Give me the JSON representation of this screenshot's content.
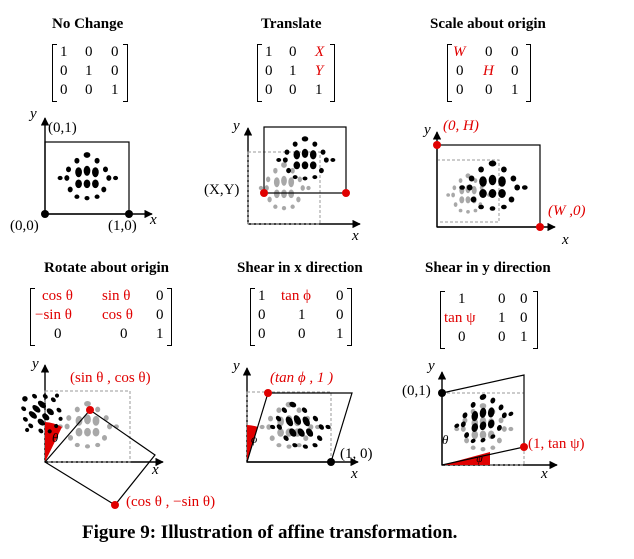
{
  "panels": [
    {
      "title": "No Change",
      "matrix": [
        [
          "1",
          "0",
          "0"
        ],
        [
          "0",
          "1",
          "0"
        ],
        [
          "0",
          "0",
          "1"
        ]
      ],
      "labels": {
        "tl": "(0,1)",
        "origin": "(0,0)",
        "br": "(1,0)"
      }
    },
    {
      "title": "Translate",
      "matrix": [
        [
          "1",
          "0",
          "X"
        ],
        [
          "0",
          "1",
          "Y"
        ],
        [
          "0",
          "0",
          "1"
        ]
      ],
      "labels": {
        "pt": "(X,Y)"
      }
    },
    {
      "title": "Scale about origin",
      "matrix": [
        [
          "W",
          "0",
          "0"
        ],
        [
          "0",
          "H",
          "0"
        ],
        [
          "0",
          "0",
          "1"
        ]
      ],
      "labels": {
        "top": "(0, H)",
        "right": "(W ,0)"
      }
    },
    {
      "title": "Rotate about origin",
      "matrix": [
        [
          "cos θ",
          "sin θ",
          "0"
        ],
        [
          "−sin θ",
          "cos θ",
          "0"
        ],
        [
          "0",
          "0",
          "1"
        ]
      ],
      "labels": {
        "top": "(sin θ , cos θ)",
        "bottom": "(cos θ , −sin θ)",
        "angle": "θ"
      }
    },
    {
      "title": "Shear in x direction",
      "matrix": [
        [
          "1",
          "tan ϕ",
          "0"
        ],
        [
          "0",
          "1",
          "0"
        ],
        [
          "0",
          "0",
          "1"
        ]
      ],
      "labels": {
        "top": "(tan ϕ , 1 )",
        "right": "(1,  0)",
        "angle": "ϕ"
      }
    },
    {
      "title": "Shear in y direction",
      "matrix": [
        [
          "1",
          "0",
          "0"
        ],
        [
          "tan ψ",
          "1",
          "0"
        ],
        [
          "0",
          "0",
          "1"
        ]
      ],
      "labels": {
        "left": "(0,1)",
        "right": "(1,  tan ψ)",
        "angle": "θ",
        "angle2": "ψ"
      }
    }
  ],
  "axes": {
    "x": "x",
    "y": "y"
  },
  "caption": "Figure 9: Illustration of affine transformation.",
  "colors": {
    "accent": "#e00000",
    "dots_dark": "#000000",
    "dots_light": "#a0a0a0"
  }
}
